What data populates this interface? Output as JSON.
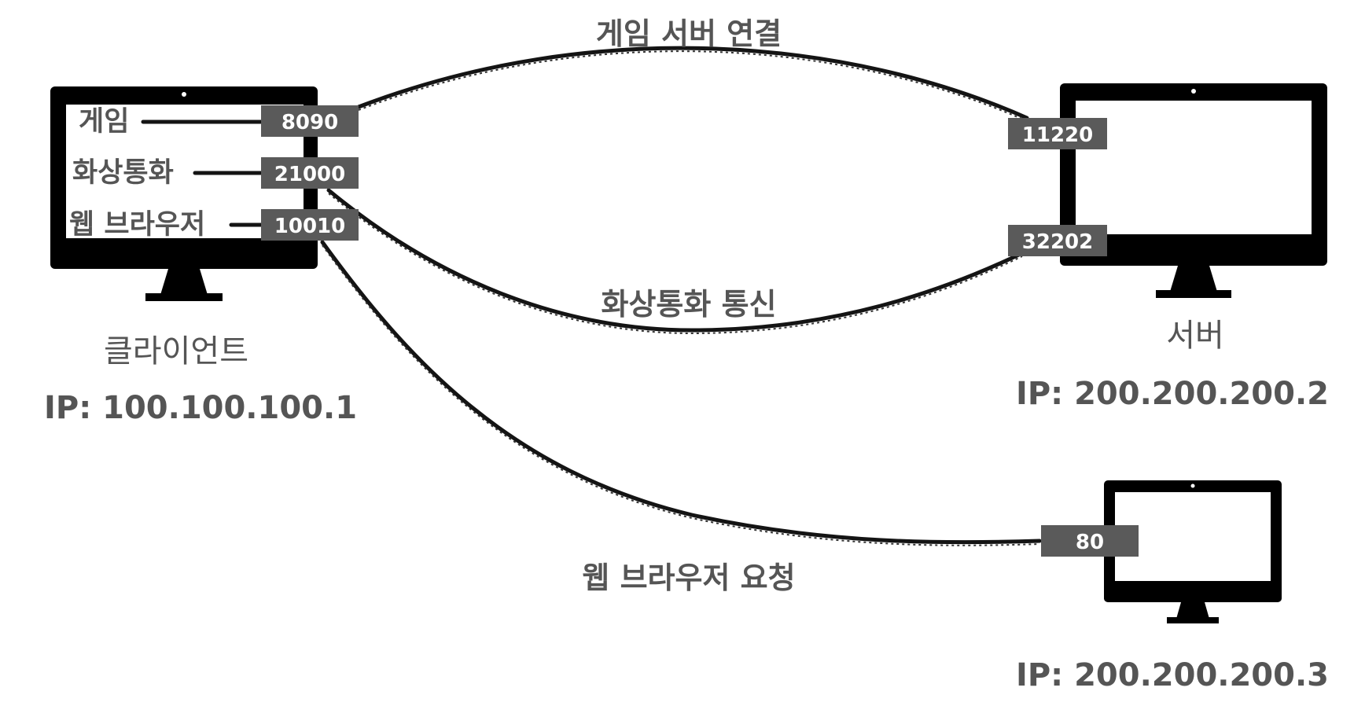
{
  "connections": {
    "game": "게임 서버 연결",
    "video": "화상통화 통신",
    "web": "웹 브라우저 요청"
  },
  "client": {
    "name": "클라이언트",
    "ip": "IP: 100.100.100.1",
    "apps": [
      "게임",
      "화상통화",
      "웹 브라우저"
    ],
    "ports": [
      "8090",
      "21000",
      "10010"
    ]
  },
  "server": {
    "name": "서버",
    "ip": "IP: 200.200.200.2",
    "ports": [
      "11220",
      "32202"
    ]
  },
  "web_server": {
    "ip": "IP: 200.200.200.3",
    "port": "80"
  },
  "colors": {
    "monitor": "#000000",
    "port_box": "#5a5a5a",
    "text": "#555555",
    "wire": "#141414"
  }
}
